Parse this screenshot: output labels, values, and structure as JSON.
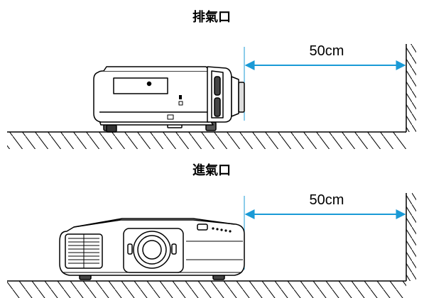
{
  "top_panel": {
    "title": "排氣口",
    "distance_label": "50cm"
  },
  "bottom_panel": {
    "title": "進氣口",
    "distance_label": "50cm"
  },
  "colors": {
    "arrow": "#1a9ad6",
    "line": "#000000",
    "background": "#ffffff"
  },
  "icons": [
    "projector-side-icon",
    "projector-front-icon",
    "wall-hatching",
    "floor-hatching"
  ]
}
